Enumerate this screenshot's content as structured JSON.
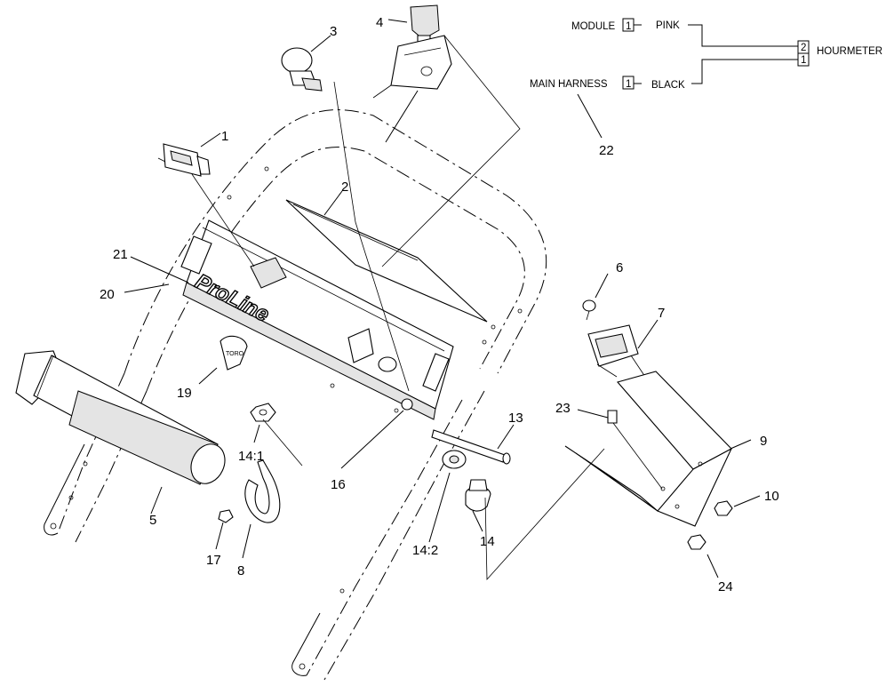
{
  "brand_text": "ProLine",
  "callouts": {
    "c1": "1",
    "c2": "2",
    "c3": "3",
    "c4": "4",
    "c5": "5",
    "c6": "6",
    "c7": "7",
    "c8": "8",
    "c9": "9",
    "c10": "10",
    "c13": "13",
    "c14": "14",
    "c14_1": "14:1",
    "c14_2": "14:2",
    "c16": "16",
    "c17": "17",
    "c19": "19",
    "c20": "20",
    "c21": "21",
    "c22": "22",
    "c23": "23",
    "c24": "24"
  },
  "wiring": {
    "module_label": "MODULE",
    "module_pin": "1",
    "pink_label": "PINK",
    "main_harness_label": "MAIN HARNESS",
    "harness_pin": "1",
    "black_label": "BLACK",
    "hourmeter_pin_top": "2",
    "hourmeter_pin_bottom": "1",
    "hourmeter_label": "HOURMETER"
  }
}
